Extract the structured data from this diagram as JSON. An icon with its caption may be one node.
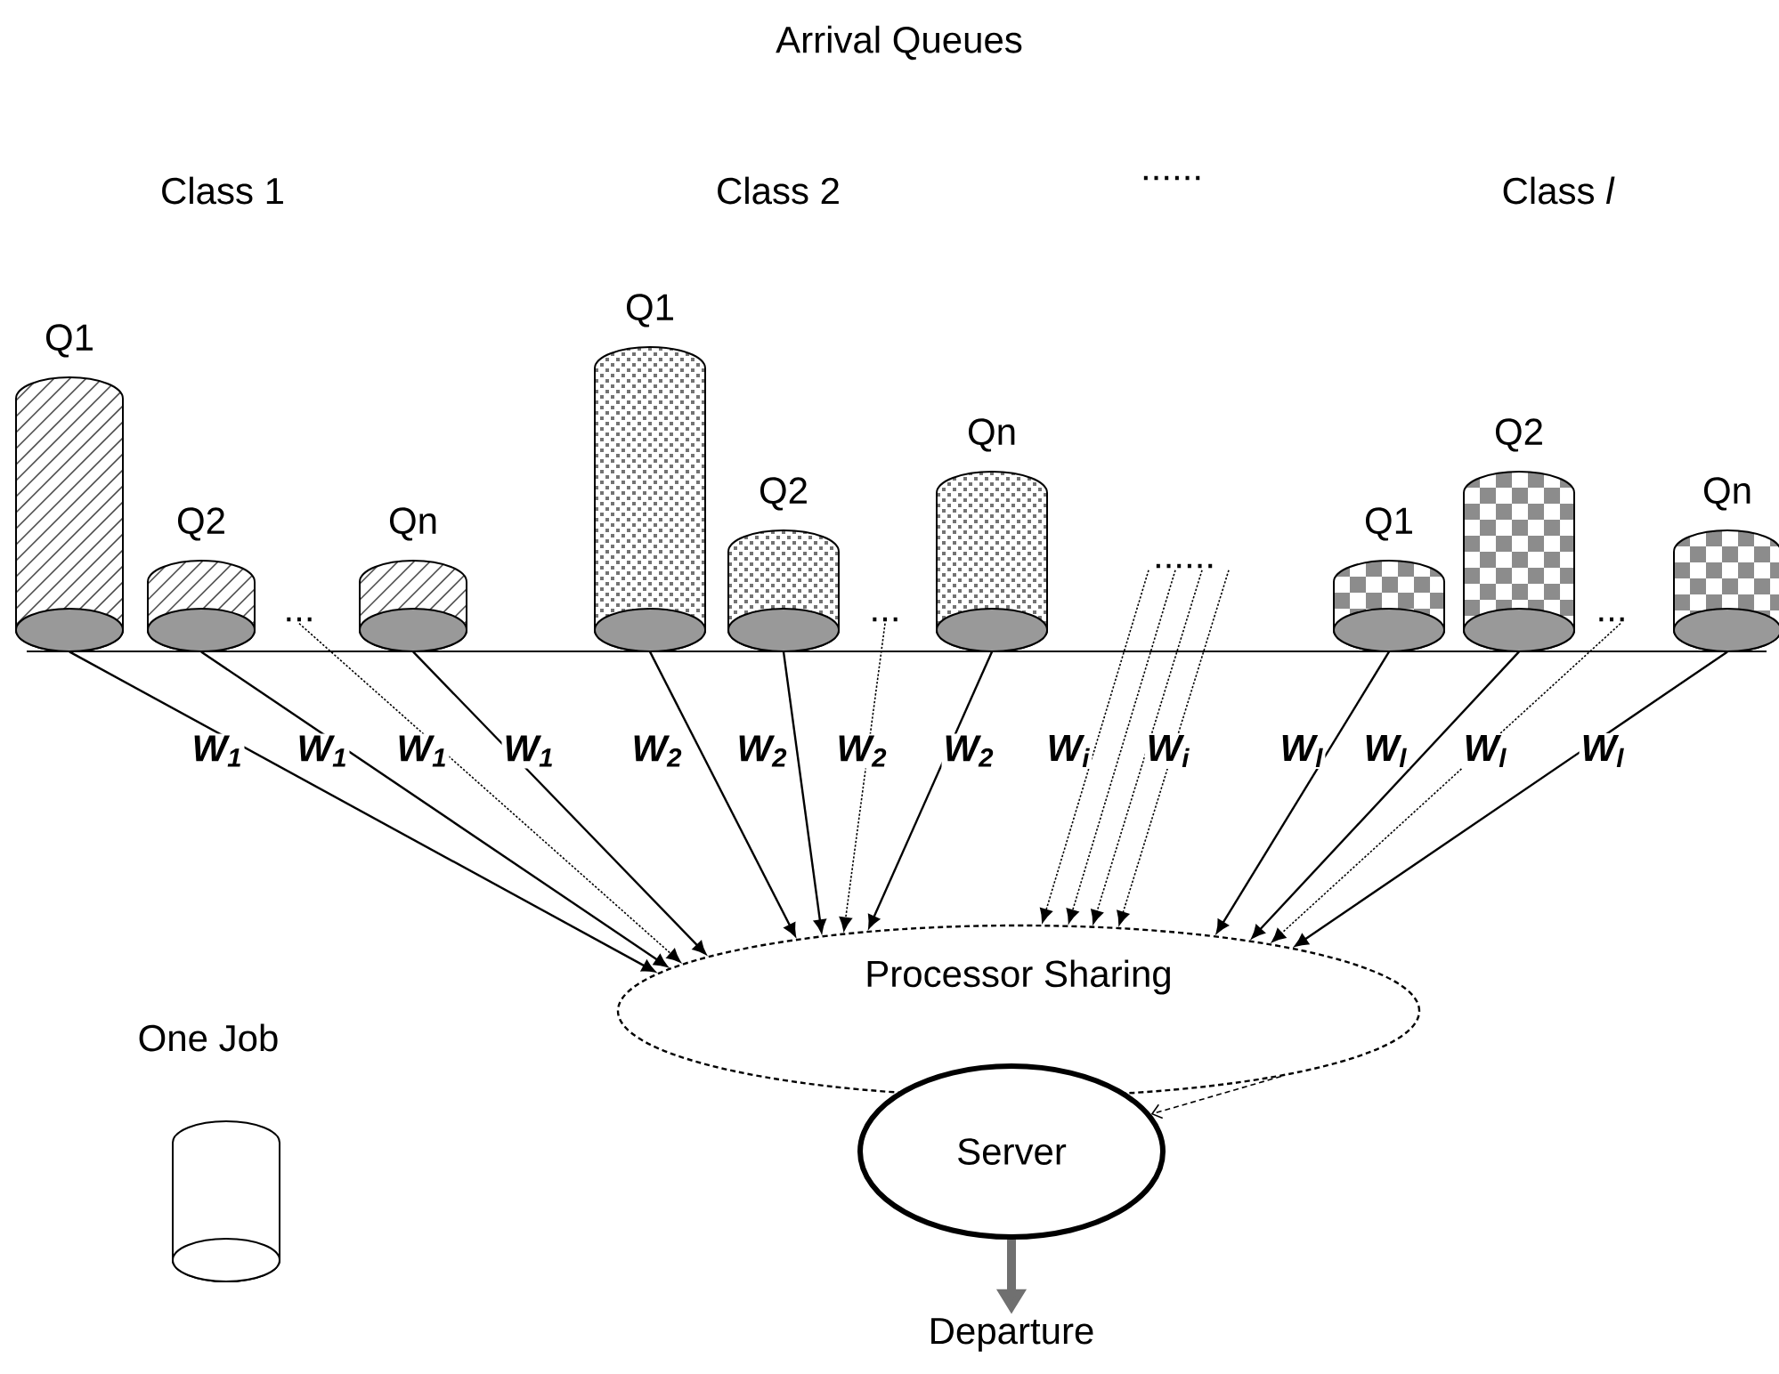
{
  "diagram": {
    "title": "Arrival Queues",
    "nodes": [
      {
        "text": [
          "Q1"
        ]
      },
      {
        "text": [
          "Q2"
        ]
      },
      {
        "text": [
          "Qn"
        ]
      },
      {
        "text": [
          "Q1"
        ]
      },
      {
        "text": [
          "Q2"
        ]
      },
      {
        "text": [
          "Qn"
        ]
      },
      {
        "text": [
          "Q1"
        ]
      },
      {
        "text": [
          "Q2"
        ]
      },
      {
        "text": [
          "Qn"
        ]
      },
      {
        "text": [
          "Processor Sharing"
        ]
      },
      {
        "text": [
          "Server"
        ]
      },
      {
        "text": [
          "Departure"
        ]
      },
      {
        "text": [
          "One Job"
        ]
      },
      {
        "text": [
          "..."
        ]
      },
      {
        "text": [
          "..."
        ]
      },
      {
        "text": [
          "......"
        ]
      },
      {
        "text": [
          "..."
        ]
      }
    ],
    "edges": [
      {
        "from": 0,
        "to": 9,
        "arrow": "to",
        "label": "W$_{1}$"
      },
      {
        "from": 1,
        "to": 9,
        "arrow": "to",
        "label": "W$_{1}$"
      },
      {
        "from": 13,
        "to": 9,
        "arrow": "to",
        "label": "W$_{1}$",
        "style": "dashed"
      },
      {
        "from": 2,
        "to": 9,
        "arrow": "to",
        "label": "W$_{1}$"
      },
      {
        "from": 3,
        "to": 9,
        "arrow": "to",
        "label": "W$_{2}$"
      },
      {
        "from": 4,
        "to": 9,
        "arrow": "to",
        "label": "W$_{2}$"
      },
      {
        "from": 14,
        "to": 9,
        "arrow": "to",
        "label": "W$_{2}$",
        "style": "dashed"
      },
      {
        "from": 5,
        "to": 9,
        "arrow": "to",
        "label": "W$_{2}$"
      },
      {
        "from": 15,
        "to": 9,
        "arrow": "to",
        "label": "W$_{i}$",
        "style": "dashed"
      },
      {
        "from": 15,
        "to": 9,
        "arrow": "to",
        "style": "dashed"
      },
      {
        "from": 15,
        "to": 9,
        "arrow": "to",
        "label": "W$_{i}$",
        "style": "dashed"
      },
      {
        "from": 15,
        "to": 9,
        "arrow": "to",
        "style": "dashed"
      },
      {
        "from": 6,
        "to": 9,
        "arrow": "to",
        "label": "W$_{l}$"
      },
      {
        "from": 7,
        "to": 9,
        "arrow": "to",
        "label": "W$_{l}$"
      },
      {
        "from": 16,
        "to": 9,
        "arrow": "to",
        "label": "W$_{l}$",
        "style": "dashed"
      },
      {
        "from": 8,
        "to": 9,
        "arrow": "to",
        "label": "W$_{l}$"
      },
      {
        "from": 9,
        "to": 10,
        "arrow": "to",
        "style": "dashed"
      },
      {
        "from": 10,
        "to": 11,
        "arrow": "to",
        "style": "thick",
        "color": "#707070"
      }
    ],
    "labels": [
      "Class 1",
      "Class 2",
      "......",
      "Class *l*"
    ]
  }
}
